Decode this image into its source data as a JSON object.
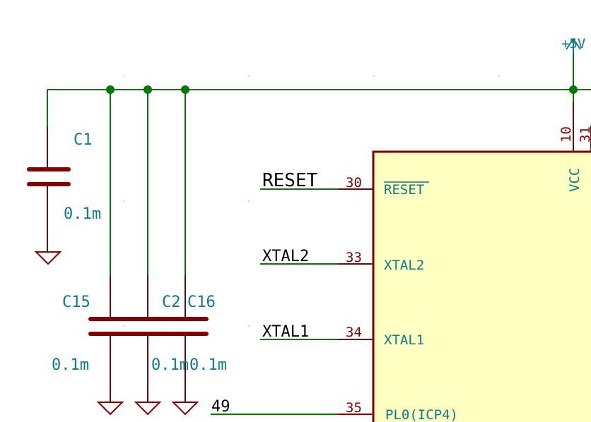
{
  "power": {
    "label": "+5V"
  },
  "capacitors": [
    {
      "ref": "C1",
      "value": "0.1m"
    },
    {
      "ref": "C15",
      "value": "0.1m"
    },
    {
      "ref": "C2",
      "value": "0.1m"
    },
    {
      "ref": "C16",
      "value": "0.1m"
    }
  ],
  "nets": {
    "reset": "RESET",
    "xtal2": "XTAL2",
    "xtal1": "XTAL1",
    "n49": "49"
  },
  "ic_pins": [
    {
      "number": "30",
      "name": "RESET"
    },
    {
      "number": "33",
      "name": "XTAL2"
    },
    {
      "number": "34",
      "name": "XTAL1"
    },
    {
      "number": "35",
      "name": "PL0(ICP4)"
    },
    {
      "number": "10",
      "name": "VCC"
    },
    {
      "number": "31",
      "name": ""
    }
  ],
  "colors": {
    "wire": "#007a00",
    "component": "#840000",
    "label": "#0c7a88",
    "ic_fill": "#ffffc2"
  }
}
